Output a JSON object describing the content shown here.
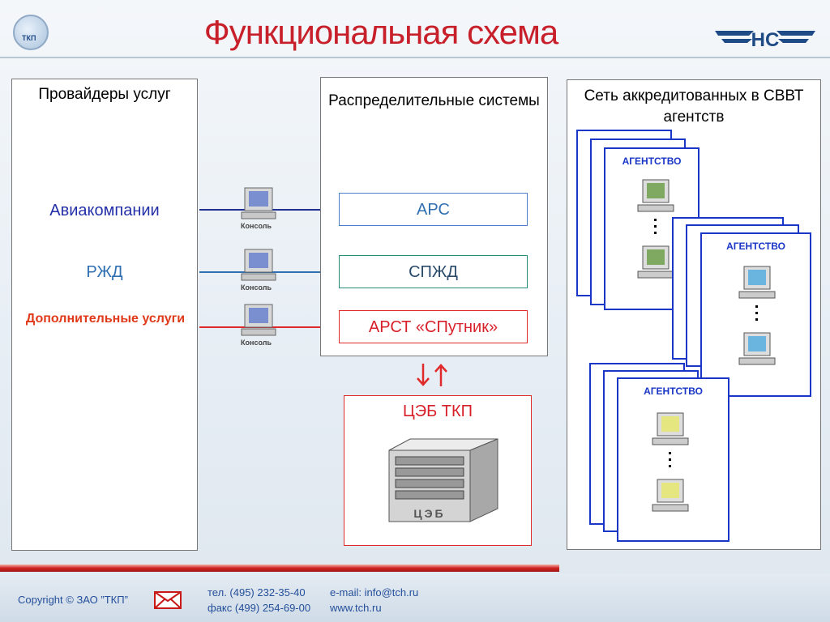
{
  "title": "Функциональная схема",
  "providers": {
    "heading": "Провайдеры услуг",
    "airlines": "Авиакомпании",
    "rzd": "РЖД",
    "extra": "Дополнительные услуги"
  },
  "distribution": {
    "heading": "Распределительные системы",
    "arc": "АРС",
    "spzd": "СПЖД",
    "arst": "АРСТ «СПутник»"
  },
  "network": {
    "heading": "Сеть аккредитованных в СВВТ агентств",
    "agency_label": "АГЕНТСТВО"
  },
  "console_label": "Консоль",
  "ceb": {
    "title": "ЦЭБ ТКП",
    "label": "ЦЭБ"
  },
  "footer": {
    "copyright": "Copyright © ЗАО ”ТКП”",
    "phone": "тел.  (495) 232-35-40",
    "fax": "факс (499) 254-69-00",
    "email": "e-mail: info@tch.ru",
    "www": "www.tch.ru"
  },
  "logo_text": "ТКП",
  "colors": {
    "title": "#c8202a",
    "agency": "#1a36c6",
    "arrow_air": "#1f2f8f",
    "arrow_rzd": "#2f6fb2",
    "arrow_extra": "#e02a2a"
  }
}
